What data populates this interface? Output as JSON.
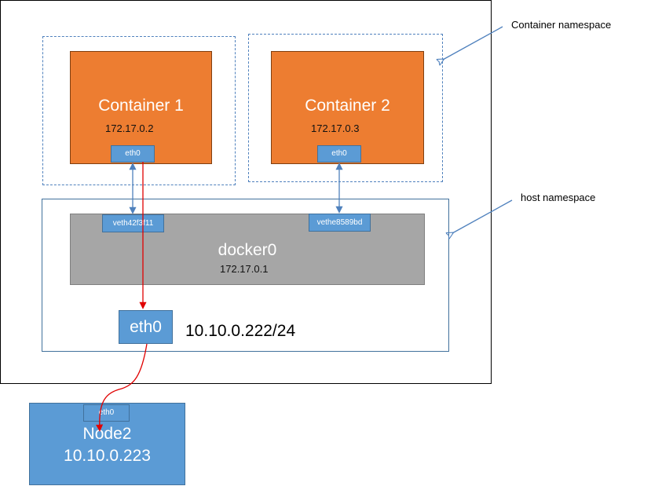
{
  "labels": {
    "container_namespace": "Container namespace",
    "host_namespace": "host namespace"
  },
  "containers": [
    {
      "name": "Container 1",
      "ip": "172.17.0.2",
      "iface": "eth0"
    },
    {
      "name": "Container 2",
      "ip": "172.17.0.3",
      "iface": "eth0"
    }
  ],
  "bridge": {
    "name": "docker0",
    "ip": "172.17.0.1",
    "veths": [
      "veth42f3f11",
      "vethe8589bd"
    ]
  },
  "host": {
    "iface": "eth0",
    "ip": "10.10.0.222/24"
  },
  "node2": {
    "name": "Node2",
    "ip": "10.10.0.223",
    "iface": "eth0"
  },
  "colors": {
    "container": "#ed7d31",
    "iface": "#5b9bd5",
    "bridge": "#a6a6a6",
    "namespace_border": "#4f81bd",
    "packet_path": "#e00000"
  }
}
